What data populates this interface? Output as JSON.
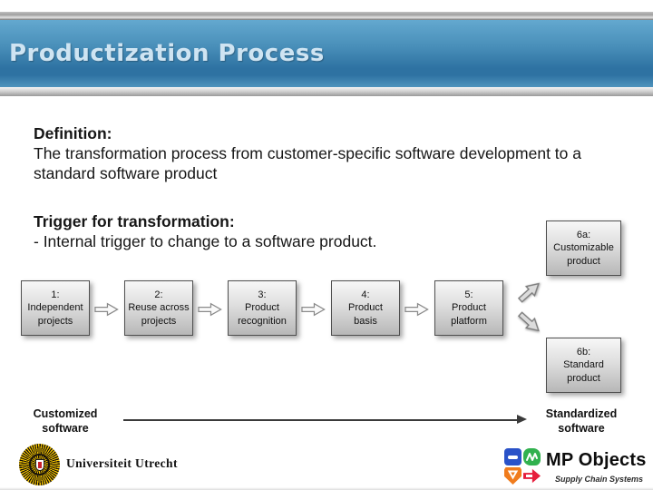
{
  "colors": {
    "header_top": "#63a8cf",
    "header_mid": "#4a90ba",
    "header_dark": "#2e72a2",
    "header_bottom": "#4f94bd",
    "title_text": "#cfe4f2",
    "box_border": "#4f4f4f",
    "uu_yellow": "#f2c300",
    "uu_black": "#16110a",
    "mp_blue": "#2a52c8",
    "mp_green": "#31b14e",
    "mp_orange": "#f07c1d",
    "mp_red": "#e61e3c"
  },
  "icons": {
    "flow_arrow": "block-arrow-right",
    "branch_arrow_up": "block-arrow-up-right",
    "branch_arrow_down": "block-arrow-down-right",
    "axis_arrow": "thin-arrow-right",
    "university_emblem": "sunburst-seal",
    "mp_logo_tiles": [
      "blue-minus-tile",
      "green-scribble-tile",
      "orange-pentagon-tile",
      "red-arrow-tile"
    ]
  },
  "header": {
    "title": "Productization Process"
  },
  "body": {
    "definition_heading": "Definition:",
    "definition_lines": [
      "The transformation process from customer-specific software development to a",
      "standard software product"
    ],
    "trigger_heading": "Trigger for transformation:",
    "trigger_text": "- Internal trigger to change to a software product."
  },
  "diagram": {
    "stages": [
      {
        "lines": [
          "1:",
          "Independent",
          "projects"
        ]
      },
      {
        "lines": [
          "2:",
          "Reuse across",
          "projects"
        ]
      },
      {
        "lines": [
          "3:",
          "Product",
          "recognition"
        ]
      },
      {
        "lines": [
          "4:",
          "Product",
          "basis"
        ]
      },
      {
        "lines": [
          "5:",
          "Product",
          "platform"
        ]
      }
    ],
    "branches": [
      {
        "lines": [
          "6a:",
          "Customizable",
          "product"
        ]
      },
      {
        "lines": [
          "6b:",
          "Standard",
          "product"
        ]
      }
    ],
    "axis": {
      "left": {
        "lines": [
          "Customized",
          "software"
        ]
      },
      "right": {
        "lines": [
          "Standardized",
          "software"
        ]
      }
    }
  },
  "footer": {
    "university_name": "Universiteit Utrecht",
    "company_name": "MP Objects",
    "company_tagline": "Supply Chain Systems"
  }
}
